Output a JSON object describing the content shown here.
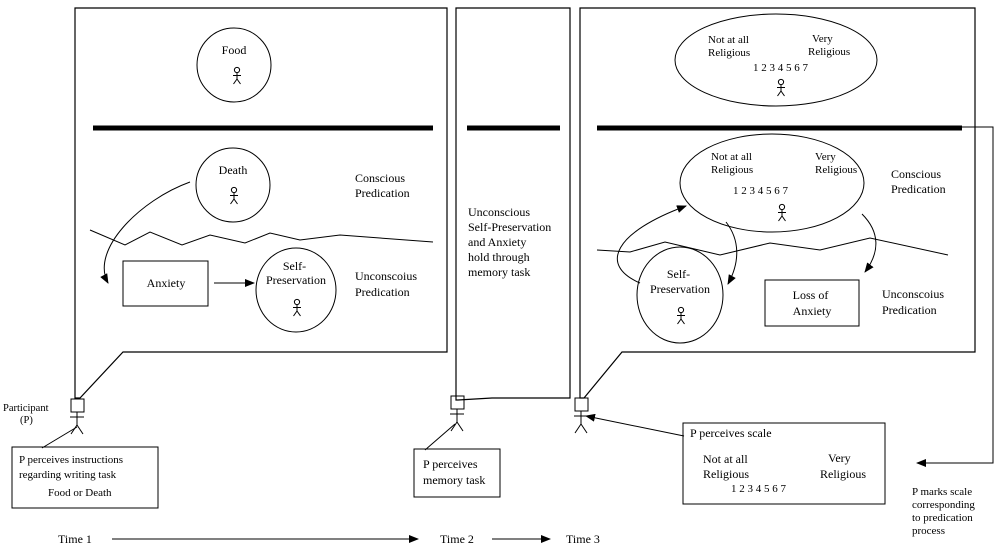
{
  "colors": {
    "stroke": "#000000",
    "background": "#ffffff"
  },
  "icons": [
    "stick-figure-icon",
    "arrow-icon"
  ],
  "panel1": {
    "food": "Food",
    "death": "Death",
    "conscious": [
      "Conscious",
      "Predication"
    ],
    "anxiety": "Anxiety",
    "self_preservation": [
      "Self-",
      "Preservation"
    ],
    "unconscious": [
      "Unconscoius",
      "Predication"
    ]
  },
  "panel2": {
    "text": [
      "Unconscious",
      "Self-Preservation",
      "and Anxiety",
      "hold through",
      "memory task"
    ]
  },
  "panel3": {
    "top_left": [
      "Not at all",
      "Religious"
    ],
    "top_right": [
      "Very",
      "Religious"
    ],
    "top_scale": "1 2 3 4 5 6 7",
    "mid_left": [
      "Not at all",
      "Religious"
    ],
    "mid_right": [
      "Very",
      "Religious"
    ],
    "mid_scale": "1 2 3 4 5 6 7",
    "conscious": [
      "Conscious",
      "Predication"
    ],
    "self_preservation": [
      "Self-",
      "Preservation"
    ],
    "loss_of_anxiety": [
      "Loss of",
      "Anxiety"
    ],
    "unconscious": [
      "Unconscoius",
      "Predication"
    ]
  },
  "participant": [
    "Participant",
    "(P)"
  ],
  "box1": [
    "P perceives instructions",
    "regarding writing task",
    "Food or Death"
  ],
  "box2": [
    "P perceives",
    "memory task"
  ],
  "box3": {
    "title": "P perceives scale",
    "left": [
      "Not at all",
      "Religious"
    ],
    "right": [
      "Very",
      "Religious"
    ],
    "scale": "1 2 3 4 5 6 7"
  },
  "marks": [
    "P marks scale",
    "corresponding",
    "to predication",
    "process"
  ],
  "timeline": {
    "t1": "Time 1",
    "t2": "Time 2",
    "t3": "Time 3"
  }
}
